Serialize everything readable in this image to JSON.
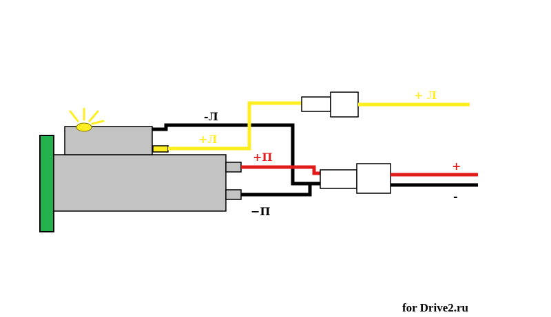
{
  "labels": {
    "minus_l": "-Л",
    "plus_l_inner": "+Л",
    "plus_l_outer": "+ Л",
    "plus_p": "+П",
    "minus_p": "−П",
    "plus_out": "+",
    "minus_out": "-"
  },
  "credit": "for Drive2.ru",
  "colors": {
    "wire_yellow": "#ffee22",
    "wire_black": "#000000",
    "wire_red": "#e21b1b",
    "housing": "#c3c3c3",
    "mount_plate": "#22b14c",
    "lamp": "#ffee22",
    "connector": "#ffffff"
  }
}
